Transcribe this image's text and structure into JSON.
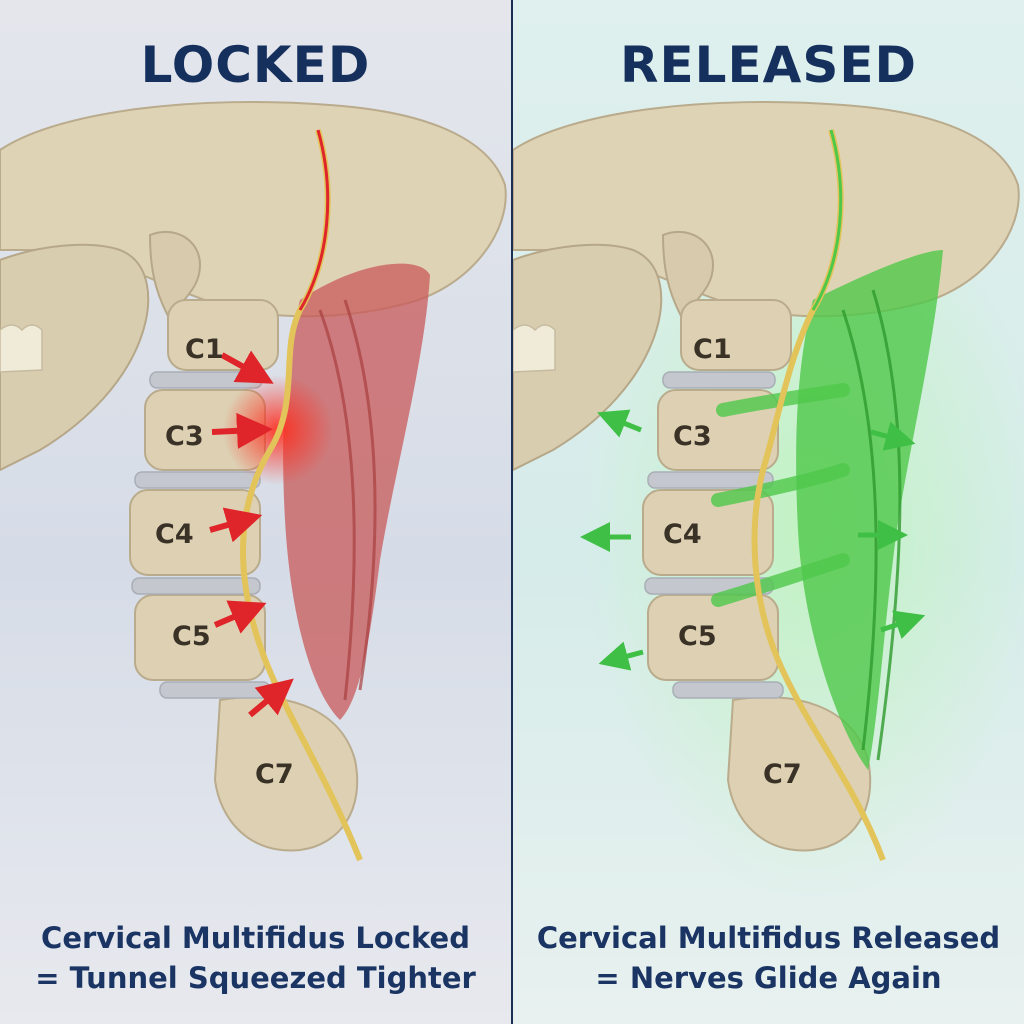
{
  "left": {
    "title": "LOCKED",
    "caption_line1": "Cervical Multifidus Locked",
    "caption_line2": "= Tunnel Squeezed Tighter",
    "vertebra_labels": [
      "C1",
      "C3",
      "C4",
      "C5",
      "C7"
    ]
  },
  "right": {
    "title": "RELEASED",
    "caption_line1": "Cervical Multifidus Released",
    "caption_line2": "= Nerves Glide Again",
    "vertebra_labels": [
      "C1",
      "C3",
      "C4",
      "C5",
      "C7"
    ]
  },
  "colors": {
    "title": "#15305c",
    "bone": "#ddd0b3",
    "disc": "#c4c8ce",
    "nerve": "#e2c45a",
    "locked_muscle": "#c85a5a",
    "locked_arrow": "#e0252a",
    "released_muscle": "#4fc84a",
    "released_arrow": "#3fbf45"
  }
}
